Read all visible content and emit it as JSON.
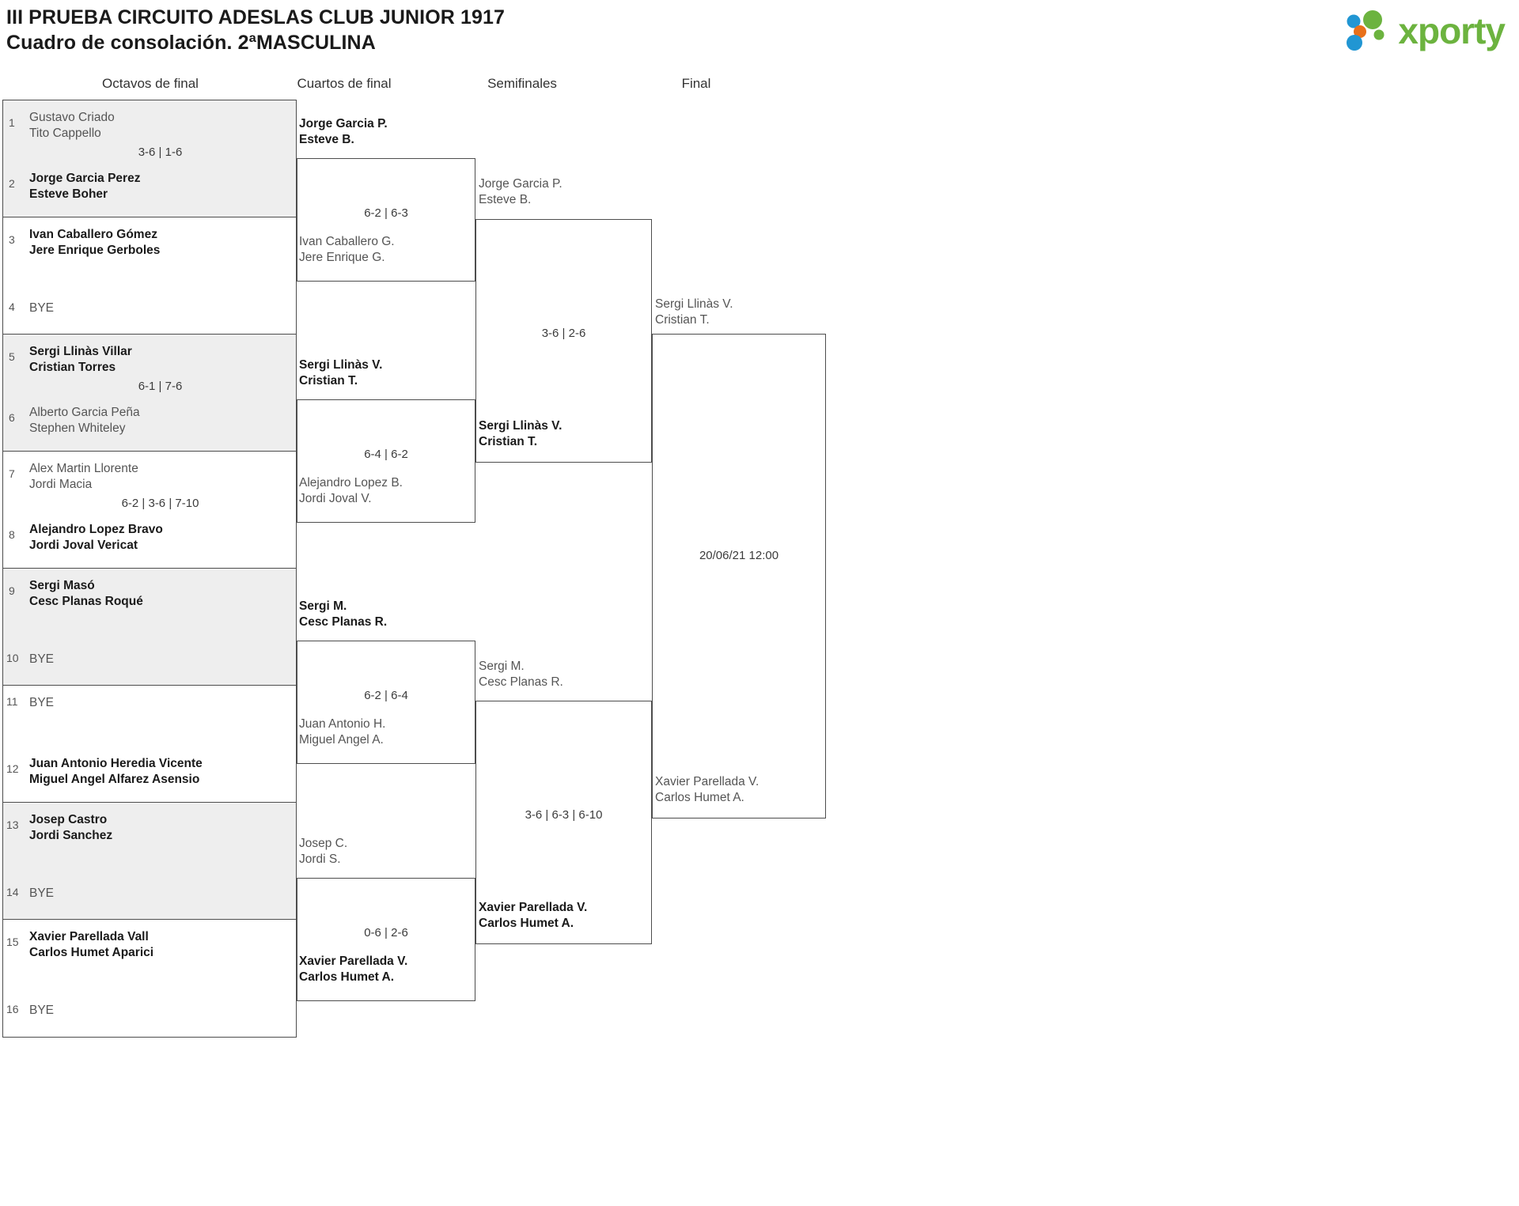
{
  "header": {
    "title_line1": "III PRUEBA CIRCUITO ADESLAS CLUB JUNIOR 1917",
    "title_line2": "Cuadro de consolación. 2ªMASCULINA",
    "logo_text": "xporty",
    "logo_colors": {
      "green": "#6cb33f",
      "orange": "#e8701a",
      "blue": "#2196d3"
    }
  },
  "rounds": [
    {
      "id": "octavos",
      "label": "Octavos de final"
    },
    {
      "id": "cuartos",
      "label": "Cuartos de final"
    },
    {
      "id": "semis",
      "label": "Semifinales"
    },
    {
      "id": "final",
      "label": "Final"
    }
  ],
  "round1": {
    "matches": [
      {
        "score": "3-6 | 1-6",
        "top": {
          "seed": "1",
          "p1": "Gustavo Criado",
          "p2": "Tito Cappello",
          "state": "lose"
        },
        "bottom": {
          "seed": "2",
          "p1": "Jorge Garcia Perez",
          "p2": "Esteve Boher",
          "state": "win"
        }
      },
      {
        "score": "",
        "top": {
          "seed": "3",
          "p1": "Ivan Caballero Gómez",
          "p2": "Jere Enrique Gerboles",
          "state": "win"
        },
        "bottom": {
          "seed": "4",
          "p1": "BYE",
          "p2": "",
          "state": "bye"
        }
      },
      {
        "score": "6-1 | 7-6",
        "top": {
          "seed": "5",
          "p1": "Sergi Llinàs Villar",
          "p2": "Cristian Torres",
          "state": "win"
        },
        "bottom": {
          "seed": "6",
          "p1": "Alberto Garcia Peña",
          "p2": "Stephen Whiteley",
          "state": "lose"
        }
      },
      {
        "score": "6-2 | 3-6 | 7-10",
        "top": {
          "seed": "7",
          "p1": "Alex Martin Llorente",
          "p2": "Jordi Macia",
          "state": "lose"
        },
        "bottom": {
          "seed": "8",
          "p1": "Alejandro Lopez Bravo",
          "p2": "Jordi Joval Vericat",
          "state": "win"
        }
      },
      {
        "score": "",
        "top": {
          "seed": "9",
          "p1": "Sergi Masó",
          "p2": "Cesc Planas Roqué",
          "state": "win"
        },
        "bottom": {
          "seed": "10",
          "p1": "BYE",
          "p2": "",
          "state": "bye"
        }
      },
      {
        "score": "",
        "top": {
          "seed": "11",
          "p1": "BYE",
          "p2": "",
          "state": "bye"
        },
        "bottom": {
          "seed": "12",
          "p1": "Juan Antonio Heredia Vicente",
          "p2": "Miguel Angel Alfarez Asensio",
          "state": "win"
        }
      },
      {
        "score": "",
        "top": {
          "seed": "13",
          "p1": "Josep Castro",
          "p2": "Jordi Sanchez",
          "state": "win"
        },
        "bottom": {
          "seed": "14",
          "p1": "BYE",
          "p2": "",
          "state": "bye"
        }
      },
      {
        "score": "",
        "top": {
          "seed": "15",
          "p1": "Xavier Parellada Vall",
          "p2": "Carlos Humet Aparici",
          "state": "win"
        },
        "bottom": {
          "seed": "16",
          "p1": "BYE",
          "p2": "",
          "state": "bye"
        }
      }
    ]
  },
  "round2": {
    "matches": [
      {
        "score": "6-2 | 6-3",
        "top": {
          "p1": "Jorge Garcia P.",
          "p2": "Esteve B.",
          "state": "win"
        },
        "bottom": {
          "p1": "Ivan Caballero G.",
          "p2": "Jere Enrique G.",
          "state": "lose"
        }
      },
      {
        "score": "6-4 | 6-2",
        "top": {
          "p1": "Sergi Llinàs V.",
          "p2": "Cristian T.",
          "state": "win"
        },
        "bottom": {
          "p1": "Alejandro Lopez B.",
          "p2": "Jordi Joval V.",
          "state": "lose"
        }
      },
      {
        "score": "6-2 | 6-4",
        "top": {
          "p1": "Sergi M.",
          "p2": "Cesc Planas R.",
          "state": "win"
        },
        "bottom": {
          "p1": "Juan Antonio H.",
          "p2": "Miguel Angel A.",
          "state": "lose"
        }
      },
      {
        "score": "0-6 | 2-6",
        "top": {
          "p1": "Josep C.",
          "p2": "Jordi S.",
          "state": "lose"
        },
        "bottom": {
          "p1": "Xavier Parellada V.",
          "p2": "Carlos Humet A.",
          "state": "win"
        }
      }
    ]
  },
  "round3": {
    "matches": [
      {
        "score": "3-6 | 2-6",
        "top": {
          "p1": "Jorge Garcia P.",
          "p2": "Esteve B.",
          "state": "lose"
        },
        "bottom": {
          "p1": "Sergi Llinàs V.",
          "p2": "Cristian T.",
          "state": "win"
        }
      },
      {
        "score": "3-6 | 6-3 | 6-10",
        "top": {
          "p1": "Sergi M.",
          "p2": "Cesc Planas R.",
          "state": "lose"
        },
        "bottom": {
          "p1": "Xavier Parellada V.",
          "p2": "Carlos Humet A.",
          "state": "win"
        }
      }
    ]
  },
  "round4": {
    "matches": [
      {
        "score": "20/06/21 12:00",
        "top": {
          "p1": "Sergi Llinàs V.",
          "p2": "Cristian T.",
          "state": "pend"
        },
        "bottom": {
          "p1": "Xavier Parellada V.",
          "p2": "Carlos Humet A.",
          "state": "pend"
        }
      }
    ]
  }
}
